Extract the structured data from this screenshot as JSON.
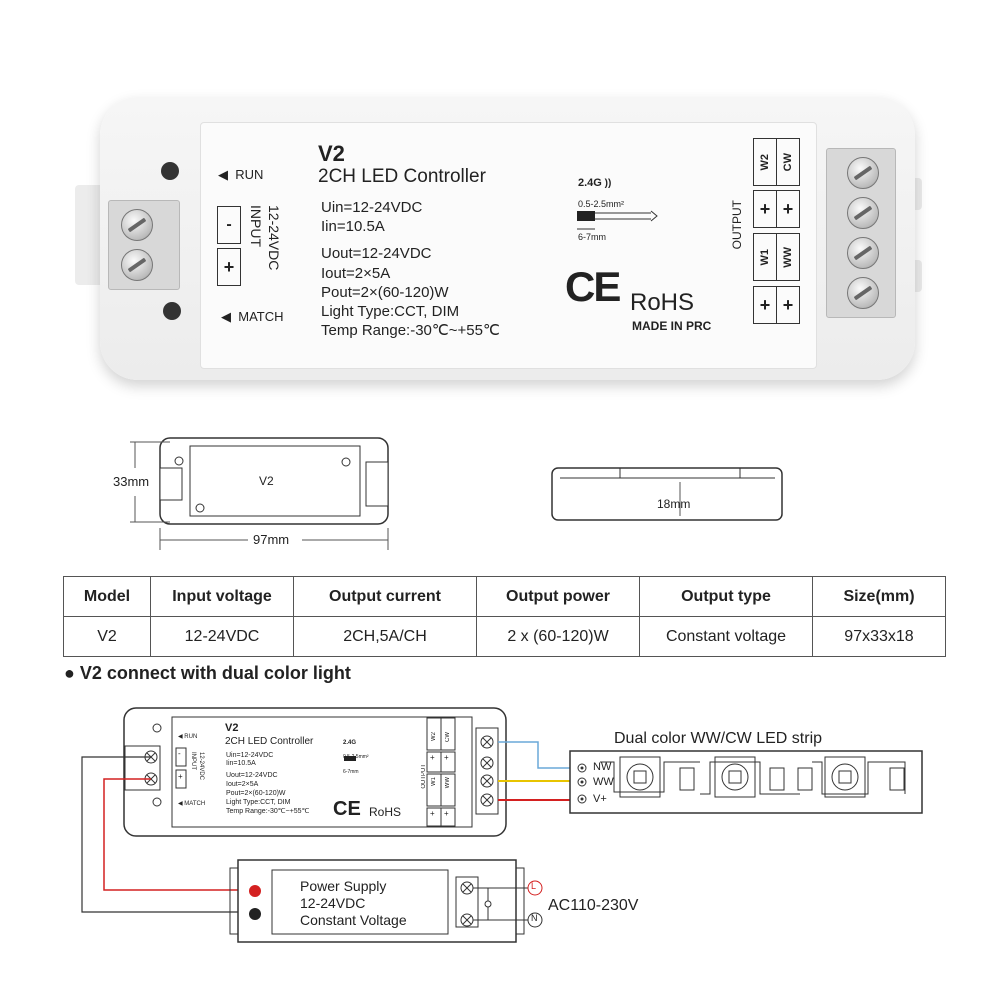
{
  "product": {
    "model": "V2",
    "name": "2CH LED Controller",
    "uin": "Uin=12-24VDC",
    "iin": "Iin=10.5A",
    "uout": "Uout=12-24VDC",
    "iout": "Iout=2×5A",
    "pout": "Pout=2×(60-120)W",
    "light_type": "Light Type:CCT, DIM",
    "temp_range": "Temp Range:-30℃~+55℃",
    "run": "RUN",
    "match": "MATCH",
    "input_label": "INPUT",
    "input_voltage": "12-24VDC",
    "minus": "-",
    "plus": "+",
    "wireless": "2.4G",
    "wire_gauge": "0.5-2.5mm²",
    "strip_length": "6-7mm",
    "ce": "CE",
    "rohs": "RoHS",
    "made_in": "MADE IN PRC",
    "output_label": "OUTPUT",
    "w2": "W2",
    "cw": "CW",
    "w1": "W1",
    "ww": "WW"
  },
  "dimensions": {
    "top_label": "V2",
    "height": "33mm",
    "width": "97mm",
    "thickness": "18mm"
  },
  "spec_table": {
    "headers": [
      "Model",
      "Input voltage",
      "Output current",
      "Output power",
      "Output type",
      "Size(mm)"
    ],
    "rows": [
      [
        "V2",
        "12-24VDC",
        "2CH,5A/CH",
        "2 x (60-120)W",
        "Constant voltage",
        "97x33x18"
      ]
    ]
  },
  "wiring": {
    "section_title": "V2 connect with dual color light",
    "bullet": "●",
    "strip_title": "Dual color WW/CW LED strip",
    "nw": "NW",
    "ww": "WW",
    "vplus": "V+",
    "psu_line1": "Power Supply",
    "psu_line2": "12-24VDC",
    "psu_line3": "Constant Voltage",
    "ac": "AC110-230V",
    "l": "L",
    "n": "N"
  },
  "colors": {
    "wire_red": "#d42020",
    "wire_yellow": "#e8c400",
    "wire_blue": "#6aa9d8",
    "wire_dark": "#333333"
  }
}
